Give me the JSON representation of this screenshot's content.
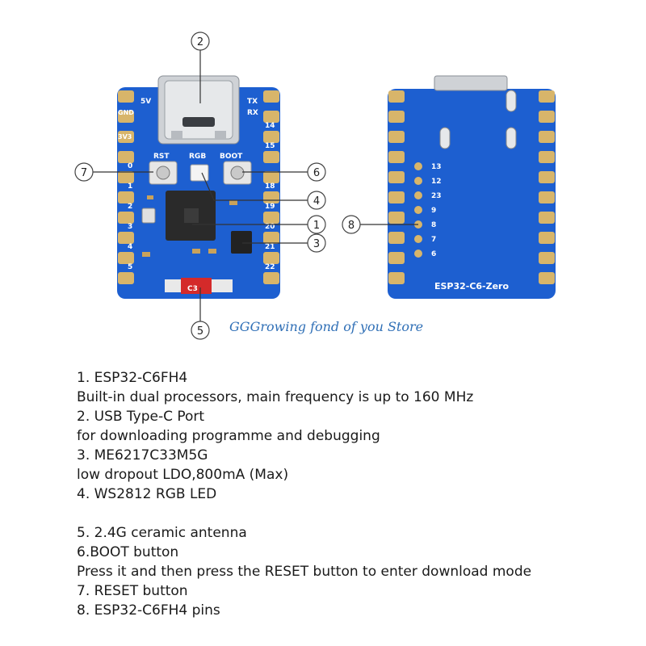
{
  "callouts": [
    "1",
    "2",
    "3",
    "4",
    "5",
    "6",
    "7",
    "8"
  ],
  "board": {
    "front_labels": {
      "v5": "5V",
      "gnd": "GND",
      "v33": "3V3",
      "tx": "TX",
      "rx": "RX",
      "rst": "RST",
      "rgb": "RGB",
      "boot": "BOOT",
      "left_pins": [
        "0",
        "1",
        "2",
        "3",
        "4",
        "5"
      ],
      "right_pins": [
        "14",
        "15",
        "18",
        "19",
        "20",
        "21",
        "22"
      ],
      "antenna": "C3"
    },
    "back_labels": {
      "pins": [
        "13",
        "12",
        "23",
        "9",
        "8",
        "7",
        "6"
      ],
      "name": "ESP32-C6-Zero"
    }
  },
  "store_name": "GGGrowing fond of you Store",
  "features": [
    "1. ESP32-C6FH4",
    "Built-in dual processors, main frequency is up to 160 MHz",
    "2. USB Type-C Port",
    " for downloading programme and debugging",
    "3. ME6217C33M5G",
    "low dropout LDO,800mA (Max)",
    "4. WS2812 RGB LED",
    "",
    "5. 2.4G ceramic antenna",
    "6.BOOT button",
    "Press it and then press the RESET button to enter download mode",
    "7. RESET button",
    "8. ESP32-C6FH4 pins"
  ],
  "colors": {
    "pcb": "#1d5fd0",
    "pad": "#d8b56a",
    "chip": "#2a2a2a",
    "antenna": "#d42a2a",
    "store_text": "#2f6fb6"
  }
}
